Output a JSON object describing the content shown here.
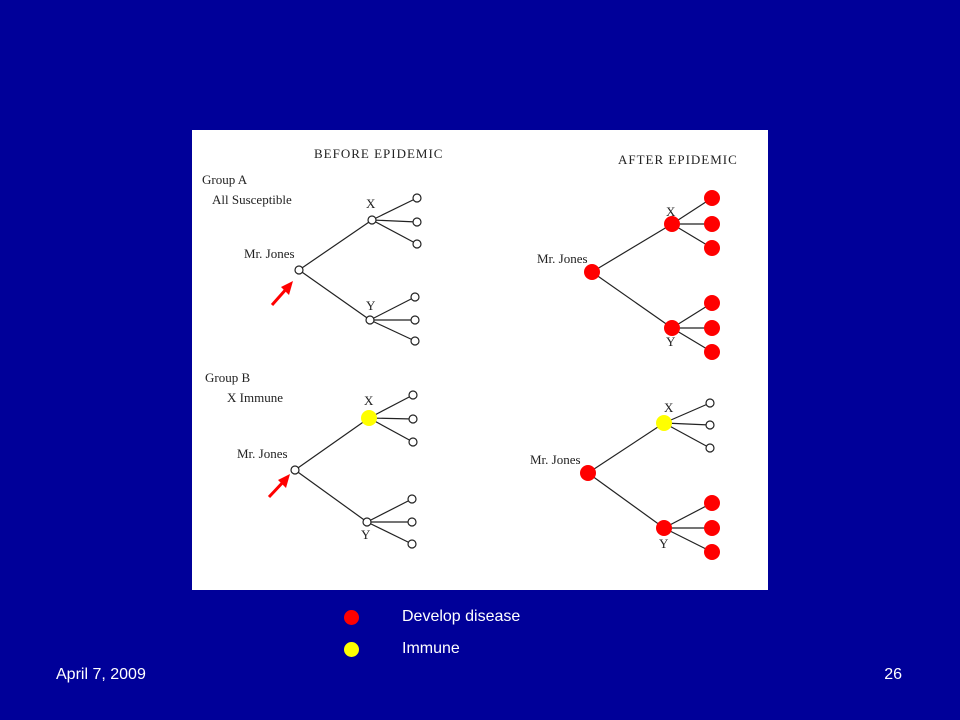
{
  "figure": {
    "headers": {
      "before": "BEFORE EPIDEMIC",
      "after": "AFTER EPIDEMIC"
    },
    "groups": [
      {
        "title": "Group A",
        "subtitle": "All Susceptible"
      },
      {
        "title": "Group B",
        "subtitle": "X  Immune"
      }
    ],
    "labels": {
      "person": "Mr. Jones",
      "x": "X",
      "y": "Y"
    }
  },
  "legend": {
    "items": [
      {
        "label": "Develop disease",
        "color": "#ff0000"
      },
      {
        "label": "Immune",
        "color": "#ffff00"
      }
    ]
  },
  "footer": {
    "date": "April 7, 2009",
    "page": "26"
  },
  "colors": {
    "background": "#000099",
    "disease": "#ff0000",
    "immune": "#ffff00",
    "arrow": "#ff0000"
  }
}
